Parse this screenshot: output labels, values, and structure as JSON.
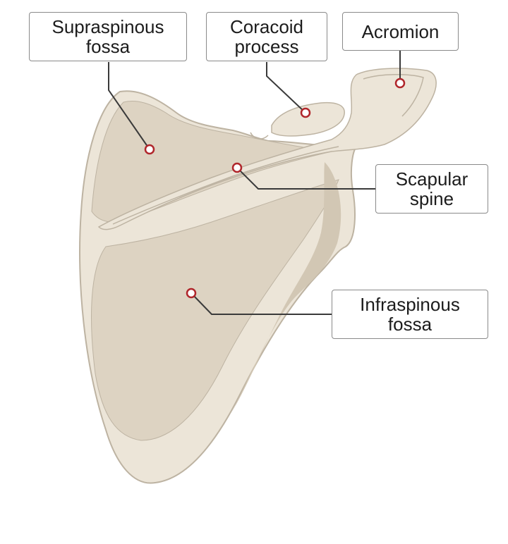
{
  "diagram": {
    "colors": {
      "bone": "#ece5d8",
      "bone_shade": "#ddd3c2",
      "bone_deep": "#d2c7b4",
      "outline": "#bdb3a2",
      "leader": "#3a3a3a",
      "marker": "#b0262b"
    },
    "labels": {
      "supraspinous_fossa": {
        "line1": "Supraspinous",
        "line2": "fossa"
      },
      "coracoid_process": {
        "line1": "Coracoid",
        "line2": "process"
      },
      "acromion": {
        "line1": "Acromion"
      },
      "scapular_spine": {
        "line1": "Scapular",
        "line2": "spine"
      },
      "infraspinous_fossa": {
        "line1": "Infraspinous",
        "line2": "fossa"
      }
    }
  }
}
